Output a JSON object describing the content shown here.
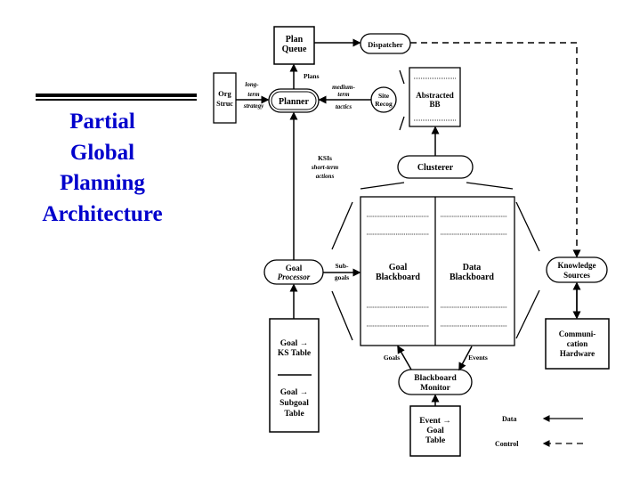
{
  "slide": {
    "title_lines": [
      "Partial",
      "Global",
      "Planning",
      "Architecture"
    ],
    "title_color": "#0000cc"
  },
  "diagram": {
    "nodes": {
      "plan_queue": [
        "Plan",
        "Queue"
      ],
      "dispatcher": [
        "Dispatcher"
      ],
      "org_struc": [
        "Org",
        "Struc"
      ],
      "planner": [
        "Planner"
      ],
      "site_recog": [
        "Site",
        "Recog"
      ],
      "abstracted_bb": [
        "Abstracted",
        "BB"
      ],
      "clusterer": [
        "Clusterer"
      ],
      "goal_processor": [
        "Goal",
        "Processor"
      ],
      "goal_blackboard": [
        "Goal",
        "Blackboard"
      ],
      "data_blackboard": [
        "Data",
        "Blackboard"
      ],
      "knowledge_sources": [
        "Knowledge",
        "Sources"
      ],
      "communication_hardware": [
        "Communi-",
        "cation",
        "Hardware"
      ],
      "goal_ks_table": [
        "Goal →",
        "KS Table"
      ],
      "goal_subgoal_table": [
        "Goal →",
        "Subgoal",
        "Table"
      ],
      "blackboard_monitor": [
        "Blackboard",
        "Monitor"
      ],
      "event_goal_table": [
        "Event →",
        "Goal",
        "Table"
      ]
    },
    "edge_labels": {
      "plans": "Plans",
      "long_term_strategy": [
        "long-",
        "term",
        "strategy"
      ],
      "medium_term_tactics": [
        "medium-",
        "term",
        "tactics"
      ],
      "ksis_short_term_actions": [
        "KSIs",
        "short-term",
        "actions"
      ],
      "subgoals": [
        "Sub-",
        "goals"
      ],
      "goals": "Goals",
      "events": "Events"
    },
    "legend": {
      "data_label": "Data",
      "control_label": "Control"
    }
  }
}
